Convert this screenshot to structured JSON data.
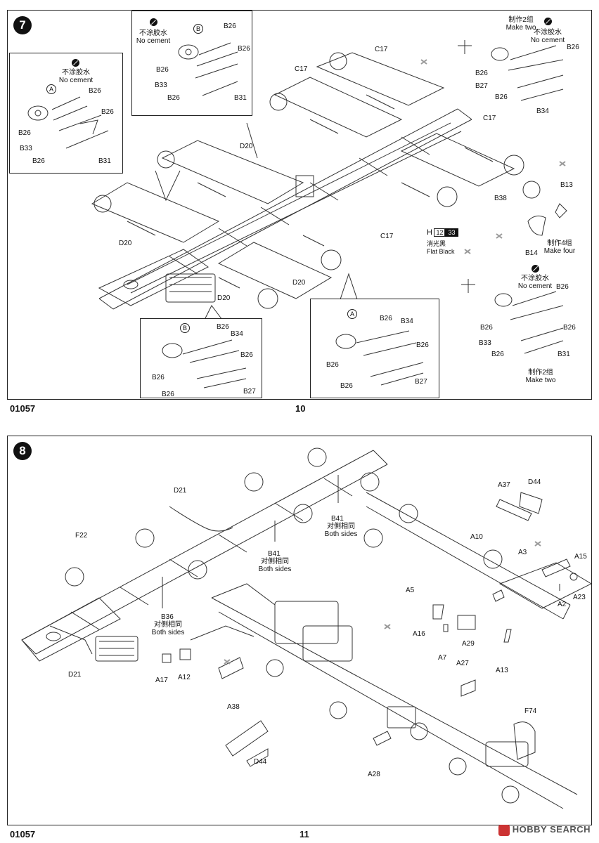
{
  "pages": [
    {
      "step": "7",
      "code": "01057",
      "number": "10"
    },
    {
      "step": "8",
      "code": "01057",
      "number": "11"
    }
  ],
  "step7": {
    "callouts": {
      "tl": {
        "cn": "不涂胶水",
        "en": "No cement",
        "circle": "A"
      },
      "tm": {
        "cn": "不涂胶水",
        "en": "No cement",
        "circle": "B"
      },
      "tr": {
        "make_cn": "制作2组",
        "make_en": "Make two",
        "cn": "不涂胶水",
        "en": "No cement"
      },
      "rm": {
        "make_cn": "制作4组",
        "make_en": "Make four"
      },
      "br": {
        "cn": "不涂胶水",
        "en": "No cement",
        "make_cn": "制作2组",
        "make_en": "Make two"
      },
      "bl": {
        "circle": "B"
      },
      "bm": {
        "circle": "A"
      }
    },
    "color": {
      "code": "H",
      "n1": "12",
      "n2": "33",
      "cn": "消光黑",
      "en": "Flat Black"
    },
    "parts": {
      "B26": "B26",
      "B27": "B27",
      "B31": "B31",
      "B33": "B33",
      "B34": "B34",
      "B13": "B13",
      "B14": "B14",
      "B38": "B38",
      "C17": "C17",
      "D20": "D20"
    }
  },
  "step8": {
    "both_cn": "对側相同",
    "both_en": "Both sides",
    "parts": {
      "D21": "D21",
      "F22": "F22",
      "B41": "B41",
      "B36": "B36",
      "A17": "A17",
      "A12": "A12",
      "A38": "A38",
      "D44": "D44",
      "A28": "A28",
      "A27": "A27",
      "F74": "F74",
      "A37": "A37",
      "A10": "A10",
      "A3": "A3",
      "A15": "A15",
      "A2": "A2",
      "A23": "A23",
      "A5": "A5",
      "A16": "A16",
      "A29": "A29",
      "A7": "A7",
      "A13": "A13"
    }
  },
  "watermark": "HOBBY SEARCH"
}
